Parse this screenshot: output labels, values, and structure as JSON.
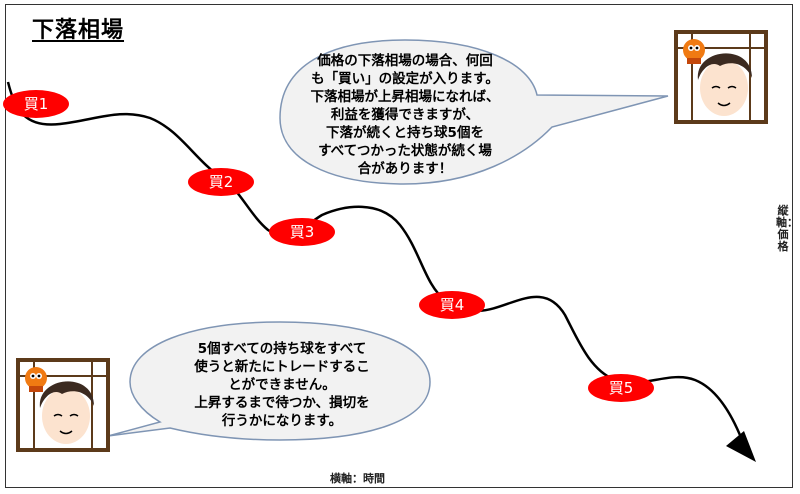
{
  "title": "下落相場",
  "speech_top": [
    "価格の下落相場の場合、何回",
    "も「買い」の設定が入ります。",
    "下落相場が上昇相場になれば、",
    "利益を獲得できますが、",
    "下落が続くと持ち球5個を",
    "すべてつかった状態が続く場",
    "合があります！"
  ],
  "speech_bottom": [
    "5個すべての持ち球をすべて",
    "使うと新たにトレードするこ",
    "とができません。",
    "上昇するまで待つか、損切を",
    "行うかになります。"
  ],
  "buy_points": [
    {
      "label": "買1"
    },
    {
      "label": "買2"
    },
    {
      "label": "買3"
    },
    {
      "label": "買4"
    },
    {
      "label": "買5"
    }
  ],
  "axis": {
    "vertical_label": "縦軸：価格",
    "horizontal_label": "横軸：時間"
  },
  "colors": {
    "buy_fill": "#ff0000",
    "line": "#000000",
    "bubble_fill": "#f2f2f2",
    "bubble_stroke": "#7f95b4"
  }
}
